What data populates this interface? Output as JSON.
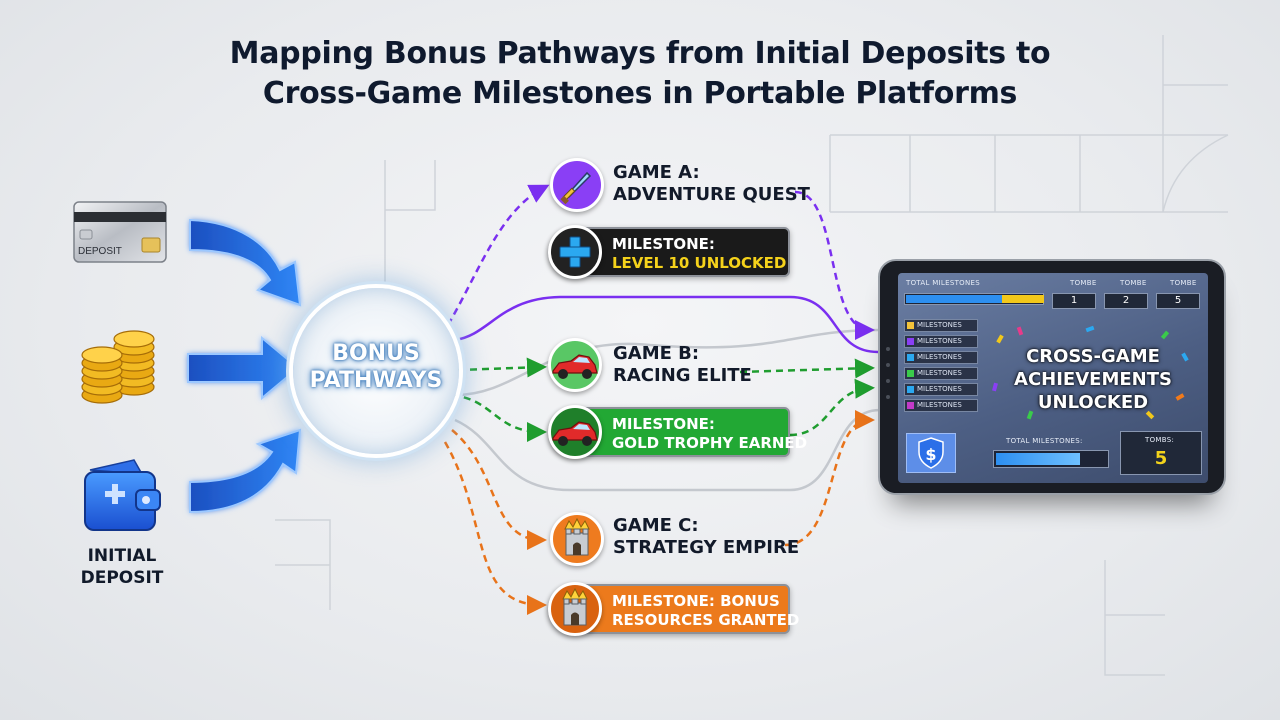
{
  "title": {
    "line1": "Mapping Bonus Pathways from Initial Deposits to",
    "line2": "Cross-Game Milestones in Portable Platforms"
  },
  "deposit": {
    "card_label": "DEPOSIT",
    "label_line1": "INITIAL",
    "label_line2": "DEPOSIT"
  },
  "hub": {
    "line1": "BONUS",
    "line2": "PATHWAYS"
  },
  "games": [
    {
      "line1": "GAME A:",
      "line2": "ADVENTURE QUEST",
      "color": "#7a2ff0",
      "icon": "sword-icon"
    },
    {
      "line1": "GAME B:",
      "line2": "RACING ELITE",
      "color": "#1f9d2f",
      "icon": "race-car-icon"
    },
    {
      "line1": "GAME C:",
      "line2": "STRATEGY EMPIRE",
      "color": "#e8731a",
      "icon": "castle-crown-icon"
    }
  ],
  "milestones": [
    {
      "line1": "MILESTONE:",
      "line2": "LEVEL 10 UNLOCKED",
      "bg": "#1a1a1a",
      "text1": "#ffffff",
      "text2": "#f5d21b",
      "icon": "plus-icon"
    },
    {
      "line1": "MILESTONE:",
      "line2": "GOLD TROPHY EARNED",
      "bg": "#22a834",
      "text1": "#ffffff",
      "text2": "#ffffff",
      "icon": "race-car-icon"
    },
    {
      "line1": "MILESTONE: BONUS",
      "line2": "RESOURCES GRANTED",
      "bg": "#ec7a1c",
      "text1": "#ffffff",
      "text2": "#ffffff",
      "icon": "castle-crown-icon"
    }
  ],
  "tablet": {
    "total_label": "TOTAL MILESTONES",
    "col_labels": [
      "TOMBE",
      "TOMBE",
      "TOMBE"
    ],
    "col_values": [
      "1",
      "2",
      "5"
    ],
    "list_label": "MILESTONES",
    "center_line1": "CROSS-GAME",
    "center_line2": "ACHIEVEMENTS",
    "center_line3": "UNLOCKED",
    "bottom_total_label": "TOTAL MILESTONES:",
    "bottom_right_label": "TOMBS:",
    "bottom_right_value": "5"
  },
  "colors": {
    "purple": "#7a2ff0",
    "green": "#1f9d2f",
    "orange": "#e8731a",
    "blue_arrow": "#1e5fd8",
    "gray_line": "#c4c8ce"
  }
}
